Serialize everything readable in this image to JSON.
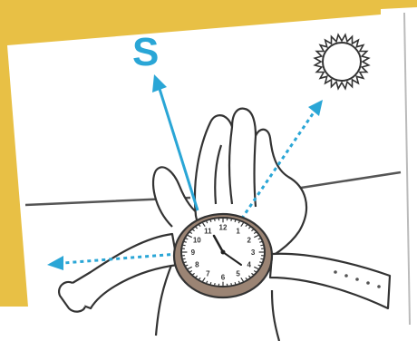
{
  "illustration": {
    "direction_label": "S",
    "watch_numerals": [
      "12",
      "1",
      "2",
      "3",
      "4",
      "5",
      "6",
      "7",
      "8",
      "9",
      "10",
      "11"
    ],
    "icons": [
      "sun-icon",
      "hand-icon",
      "watch-icon",
      "direction-arrow-icon"
    ]
  },
  "colors": {
    "background_banner": "#e8c045",
    "accent_blue": "#2aa6d6",
    "outline": "#333333",
    "watch_case": "#9b8474",
    "paper": "#ffffff"
  }
}
